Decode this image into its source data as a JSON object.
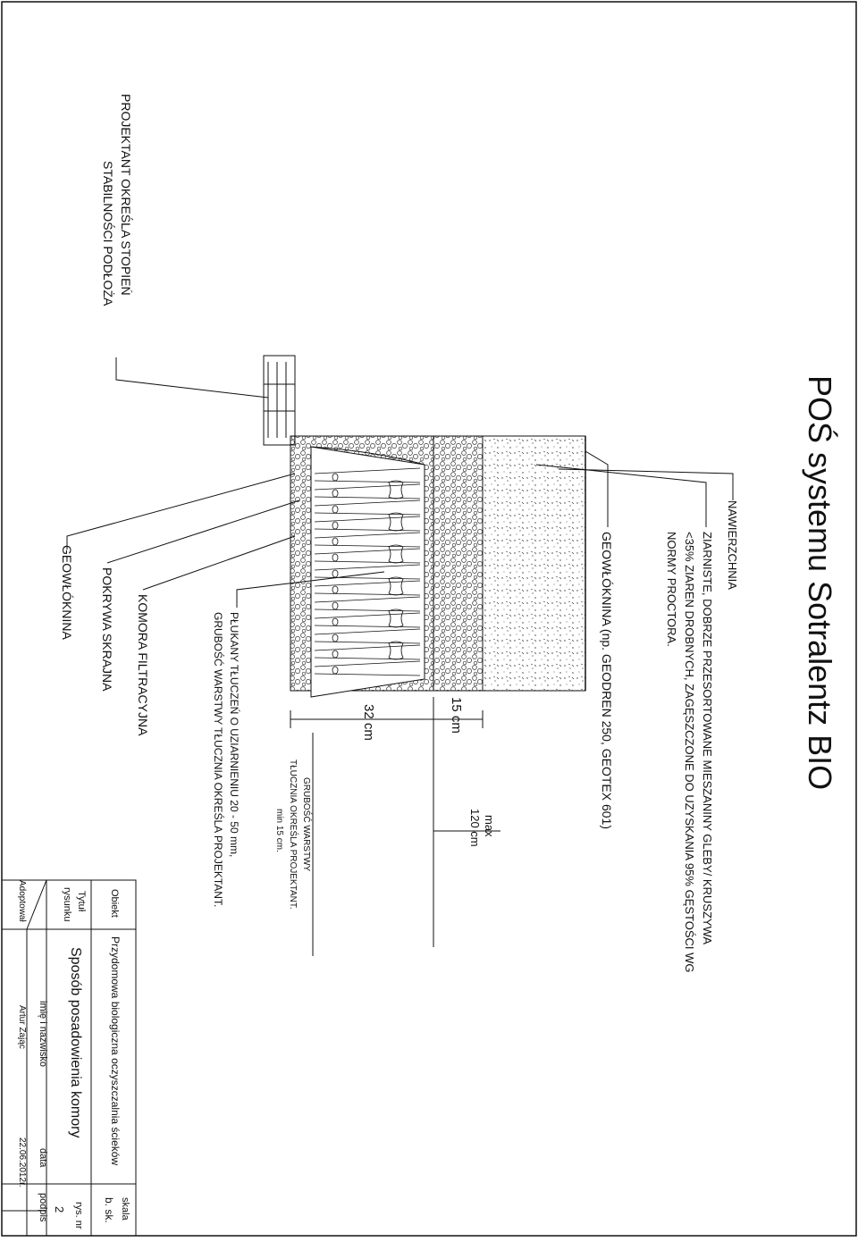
{
  "title": "POŚ systemu Sotralentz BIO",
  "labels": {
    "nawierzchnia": "NAWIERZCHNIA",
    "zasypka_1": "ZIARNISTE, DOBRZE PRZESORTOWANE MIESZANINY GLEBY/ KRUSZYWA",
    "zasypka_2": "<35% ZIAREN DROBNYCH, ZAGĘSZCZONE DO UZYSKANIA 95% GĘSTOŚCI WG",
    "zasypka_3": "NORMY PROCTORA.",
    "geowloknina_top": "GEOWŁÓKNINA  (np. GEODREN 250, GEOTEX 601)",
    "tluczen_1": "PŁUKANY TŁUCZEŃ O UZIARNIENIU 20 - 50 mm,",
    "tluczen_2": "GRUBOŚĆ WARSTWY TŁUCZNIA OKREŚLA PROJEKTANT.",
    "grubosc_1": "GRUBOŚĆ WARSTWY",
    "grubosc_2": "TŁUCZNIA OKREŚLA PROJEKTANT.",
    "grubosc_3": "min 15 cm.",
    "komora": "KOMORA FILTRACYJNA",
    "pokrywa": "POKRYWA SKRAJNA",
    "geowloknina_bottom": "GEOWŁÓKNINA",
    "projektant_1": "PROJEKTANT OKREŚLA STOPIEŃ",
    "projektant_2": "STABILNOŚCI PODŁOŻA"
  },
  "dimensions": {
    "max_label": "max",
    "max_value": "120 cm",
    "d15": "15 cm",
    "d32": "32 cm"
  },
  "title_block": {
    "obiekt_label": "Obiekt",
    "obiekt_value": "Przydomowa biologiczna oczyszczalnia ścieków",
    "skala_label": "skala",
    "skala_value": "b. sk.",
    "tytul_label_1": "Tytuł",
    "tytul_label_2": "rysunku",
    "tytul_value": "Sposób posadowienia komory",
    "rys_label": "rys. nr",
    "rys_value": "2",
    "imie_label": "imię i nazwisko",
    "data_label": "data",
    "podpis_label": "podpis",
    "adoptowal_label": "Adoptował",
    "author": "Artur Zając",
    "date": "22.06.2012r."
  },
  "colors": {
    "line": "#111111",
    "hatch": "#333333"
  }
}
